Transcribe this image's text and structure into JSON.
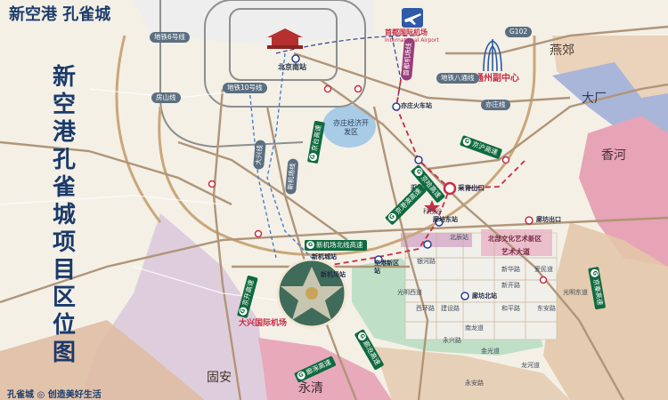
{
  "brand": {
    "title": "新空港 孔雀城"
  },
  "side_title": "新空港孔雀城项目区位图",
  "regions": {
    "yanjiao": "燕郊",
    "dachang": "大厂",
    "xianghe": "香河",
    "gu_an": "固安",
    "yongqing": "永清",
    "yizhuang": "亦庄经济开发区",
    "tongzhou": "通州副中心"
  },
  "airports": {
    "capital_cn": "首都国际机场",
    "capital_en": "International Airport",
    "daxing": "大兴国际机场"
  },
  "stations": {
    "beijing_south": "北京南站",
    "yizhuang_train": "亦庄火车站",
    "caiyu": "采育站",
    "caiyu_exit": "采育出口",
    "kejigu": "科技谷",
    "langfang_east": "廊坊东站",
    "langfang_north": "廊坊北站",
    "xinjicheng": "新机城站",
    "xinjichang": "新机场站",
    "konggang_new": "空港新区站",
    "langfang_exit": "廊坊出口",
    "north_art_zone": "北部文化艺术新区",
    "art_avenue": "艺术大道",
    "north_star": "北辰站"
  },
  "roads": {
    "g102": "G102",
    "jinghu": "京沪高速",
    "jingtai": "京台高速",
    "jingkai": "京开高速",
    "jinggang": "京港澳高速",
    "xinjichang_road": "新机场北线高速",
    "jinghai": "京哈高速",
    "beijing_qingdao": "京秦高速",
    "luoyang": "廊涿高速",
    "langcang": "廊沧高速",
    "line10": "地铁10号线",
    "line8": "地铁八通线",
    "line6": "地铁6号线",
    "yizhuang_line": "亦庄线",
    "fangshan": "房山线",
    "subway_airport": "首都机场线",
    "daxing_line": "大兴线",
    "daxing_rail": "新机场线"
  },
  "streets": {
    "yinhe_road": "银河路",
    "xilu": "西环路",
    "guangyang_road": "光明西道",
    "jianshe": "建设路",
    "xinhua": "新华路",
    "heping": "和平路",
    "dongan": "东安路",
    "nanlong": "南龙道",
    "guangming_east": "光明东道",
    "xinkai": "新开路",
    "aimin": "爱民道",
    "yongxing": "永兴路",
    "jinguang": "金光道",
    "longhe": "龙河道",
    "yongan": "永安路"
  },
  "bottom_caption": "孔雀城 ◎ 创造美好生活",
  "colors": {
    "water": "#aacde7",
    "park": "#b9dcc3",
    "pink": "#e9a6b8",
    "purple": "#b9a3c8",
    "tan": "#ddb9a0",
    "road": "#b39a7c",
    "rail": "#c62d45",
    "brand": "#1c3d6b"
  }
}
